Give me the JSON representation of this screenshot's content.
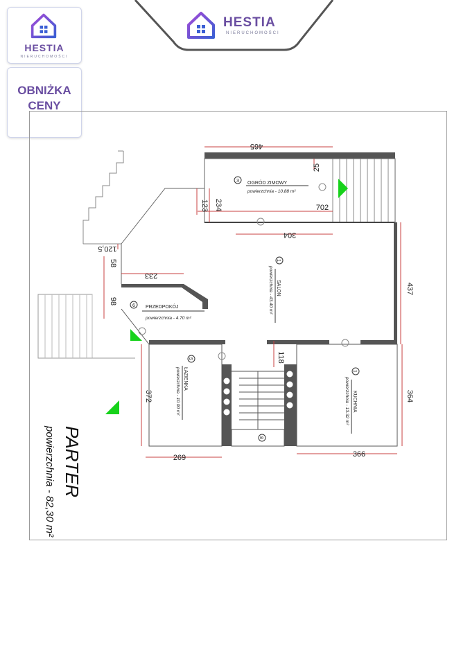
{
  "brand": {
    "name": "HESTIA",
    "subtitle": "NIERUCHOMOŚCI"
  },
  "promo": {
    "line1": "OBNIŻKA",
    "line2": "CENY"
  },
  "plan": {
    "title": "PARTER",
    "area": "powierzchnia - 82,30 m²",
    "rooms": [
      {
        "no": "3",
        "name": "OGRÓD ZIMOWY",
        "area": "powierzchnia - 10.88 m²"
      },
      {
        "no": "1",
        "name": "SALON",
        "area": "powierzchnia - 43.40 m²"
      },
      {
        "no": "6",
        "name": "PRZEDPOKÓJ",
        "area": "powierzchnia - 4.70 m²"
      },
      {
        "no": "5",
        "name": "ŁAZIENKA",
        "area": "powierzchnia - 10.00 m²"
      },
      {
        "no": "1",
        "name": "KUCHNIA",
        "area": "powierzchnia - 13.32 m²"
      },
      {
        "no": "8",
        "name": "",
        "area": ""
      }
    ],
    "dimensions": {
      "d465": "465",
      "d25": "25",
      "d702": "702",
      "d234": "234",
      "d123": "123",
      "d304": "304",
      "d120_5": "120,5",
      "d58": "58",
      "d233": "233",
      "d98": "98",
      "d437": "437",
      "d118": "118",
      "d372": "372",
      "d364": "364",
      "d269": "269",
      "d366": "366"
    }
  }
}
